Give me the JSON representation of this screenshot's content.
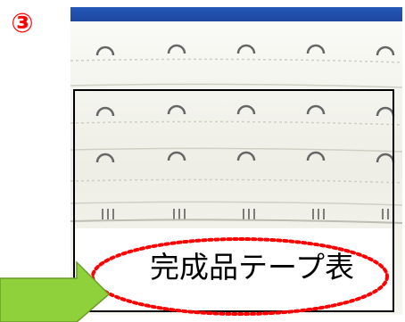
{
  "step_marker": "③",
  "caption": {
    "text": "完成品テープ表"
  },
  "colors": {
    "marker": "#ff0000",
    "ellipse": "#ff0000",
    "arrow_fill": "#8fd13a",
    "arrow_stroke": "#6a9c2a",
    "highlight_border": "#000000",
    "fabric": "#f4f4ee",
    "backdrop": "#1f50b0"
  },
  "icons": {
    "arrow": "right-arrow-icon",
    "ellipse": "dotted-ellipse"
  }
}
